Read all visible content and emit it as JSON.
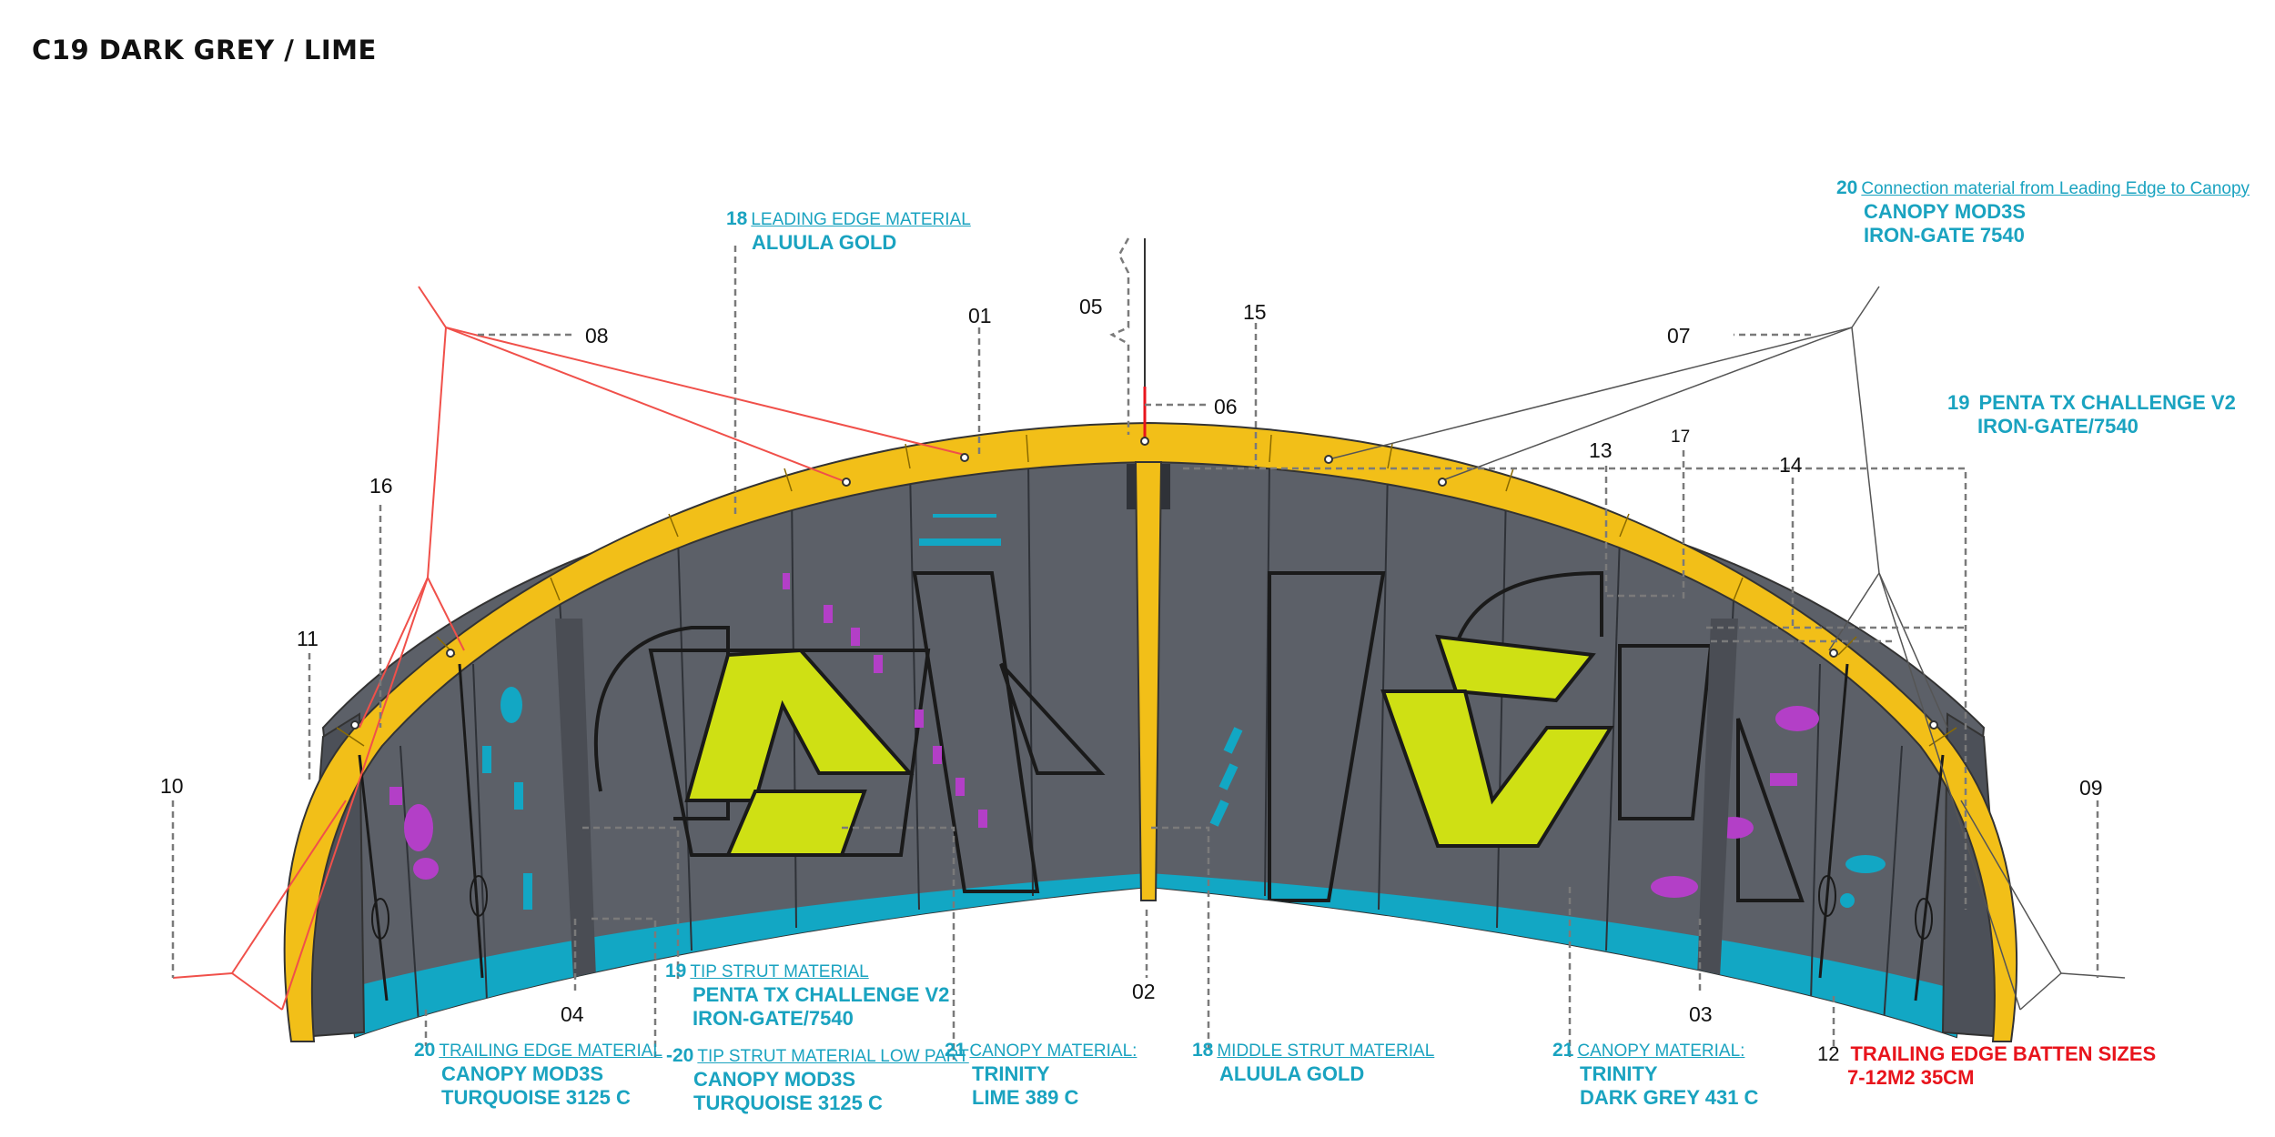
{
  "title": "C19 DARK GREY / LIME",
  "colors": {
    "leading_edge": "#f2bf18",
    "canopy_dark_grey": "#5c6068",
    "trailing_edge_turquoise": "#12a7c4",
    "lime": "#cfe014",
    "magenta": "#b33fc7",
    "callout_teal": "#1aa3c0",
    "callout_red": "#e8141c",
    "bridle_red": "#f0504a"
  },
  "numbers": {
    "n01": "01",
    "n02": "02",
    "n03": "03",
    "n04": "04",
    "n05": "05",
    "n06": "06",
    "n07": "07",
    "n08": "08",
    "n09": "09",
    "n10": "10",
    "n11": "11",
    "n13": "13",
    "n14": "14",
    "n15": "15",
    "n16": "16",
    "n17": "17"
  },
  "callouts": {
    "leading_edge": {
      "num": "18",
      "label": "LEADING EDGE MATERIAL",
      "lines": [
        "ALUULA GOLD"
      ]
    },
    "connection": {
      "num": "20",
      "label": "Connection material from Leading Edge to Canopy",
      "lines": [
        "CANOPY MOD3S",
        "IRON-GATE 7540"
      ]
    },
    "penta_right": {
      "num": "19",
      "label": "PENTA TX CHALLENGE V2",
      "lines": [
        "IRON-GATE/7540"
      ]
    },
    "trailing_edge": {
      "num": "20",
      "label": "TRAILING EDGE MATERIAL",
      "lines": [
        "CANOPY MOD3S",
        "TURQUOISE 3125 C"
      ]
    },
    "tip_strut": {
      "num": "19",
      "label": "TIP STRUT MATERIAL",
      "lines": [
        "PENTA TX CHALLENGE V2",
        "IRON-GATE/7540"
      ]
    },
    "tip_strut_low": {
      "num": "-20",
      "label": "TIP STRUT MATERIAL LOW PART",
      "lines": [
        "CANOPY MOD3S",
        "TURQUOISE 3125 C"
      ]
    },
    "canopy_lime": {
      "num": "21",
      "label": "CANOPY MATERIAL:",
      "lines": [
        "TRINITY",
        "LIME 389 C"
      ]
    },
    "middle_strut": {
      "num": "18",
      "label": "MIDDLE STRUT MATERIAL",
      "lines": [
        "ALUULA GOLD"
      ]
    },
    "canopy_grey": {
      "num": "21",
      "label": "CANOPY MATERIAL:",
      "lines": [
        "TRINITY",
        "DARK GREY 431 C"
      ]
    },
    "batten": {
      "num": "12",
      "label": "TRAILING EDGE BATTEN SIZES",
      "lines": [
        "7-12M2  35CM"
      ]
    }
  }
}
